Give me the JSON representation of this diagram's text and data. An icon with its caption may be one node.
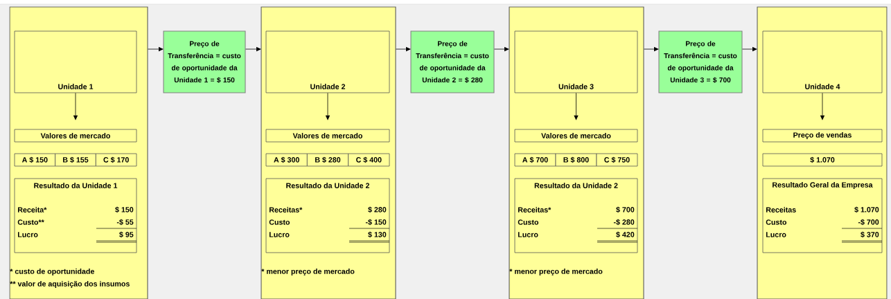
{
  "diagram": {
    "nodes": [
      {
        "text": [
          "* custo de oportunidade",
          "** valor de aquisição dos insumos"
        ]
      },
      {
        "text": [
          "Unidade 1"
        ],
        "in": 0
      },
      {
        "text": [
          "Valores de mercado"
        ],
        "in": 0
      },
      {
        "text": [
          "A $ 150"
        ],
        "in": 0
      },
      {
        "text": [
          "B $ 155"
        ],
        "in": 0
      },
      {
        "text": [
          "C $ 170"
        ],
        "in": 0
      },
      {
        "text": [
          "Resultado da Unidade 1",
          "Receita*",
          "$ 150",
          "Custo**",
          "-$ 55",
          "Lucro",
          "$ 95"
        ],
        "in": 0
      },
      {
        "text": [
          "Preço de Transferência = custo de oportunidade da Unidade 1 = $ 150"
        ]
      },
      {
        "text": [
          "* menor preço de mercado"
        ]
      },
      {
        "text": [
          "Unidade 2"
        ],
        "in": 8
      },
      {
        "text": [
          "Valores de mercado"
        ],
        "in": 8
      },
      {
        "text": [
          "A $ 300"
        ],
        "in": 8
      },
      {
        "text": [
          "B $ 280"
        ],
        "in": 8
      },
      {
        "text": [
          "C $ 400"
        ],
        "in": 8
      },
      {
        "text": [
          "Resultado da Unidade 2",
          "Receitas*",
          "$ 280",
          "Custo",
          "-$ 150",
          "Lucro",
          "$ 130"
        ],
        "in": 8
      },
      {
        "text": [
          "Preço de Transferência = custo de oportunidade da Unidade 2 = $ 280"
        ]
      },
      {
        "text": [
          "* menor preço de mercado"
        ]
      },
      {
        "text": [
          "Unidade 3"
        ],
        "in": 16
      },
      {
        "text": [
          "Valores de mercado"
        ],
        "in": 16
      },
      {
        "text": [
          "A $ 700"
        ],
        "in": 16
      },
      {
        "text": [
          "B $ 800"
        ],
        "in": 16
      },
      {
        "text": [
          "C $ 750"
        ],
        "in": 16
      },
      {
        "text": [
          "Resultado da Unidade 2",
          "Receitas*",
          "$ 700",
          "Custo",
          "-$ 280",
          "Lucro",
          "$ 420"
        ],
        "in": 16
      },
      {
        "text": [
          "Preço de Transferência = custo de oportunidade da Unidade 3 = $ 700"
        ]
      },
      {
        "text": [],
        "shape": "box"
      },
      {
        "text": [
          "Unidade 4"
        ],
        "in": 24
      },
      {
        "text": [
          "Preço de vendas"
        ],
        "in": 24
      },
      {
        "text": [
          "$ 1.070"
        ],
        "in": 24
      },
      {
        "text": [
          "Resultado Geral da Empresa",
          "Receitas",
          "$ 1.070",
          "Custo",
          "-$ 700",
          "Lucro",
          "$ 370"
        ],
        "in": 24
      }
    ],
    "edges": [
      {
        "from": 0,
        "to": 7,
        "arrow": "to"
      },
      {
        "from": 7,
        "to": 8,
        "arrow": "to"
      },
      {
        "from": 8,
        "to": 15,
        "arrow": "to"
      },
      {
        "from": 15,
        "to": 16,
        "arrow": "to"
      },
      {
        "from": 16,
        "to": 23,
        "arrow": "to"
      },
      {
        "from": 23,
        "to": 24,
        "arrow": "to"
      },
      {
        "from": 1,
        "to": 2,
        "arrow": "to"
      },
      {
        "from": 9,
        "to": 10,
        "arrow": "to"
      },
      {
        "from": 17,
        "to": 18,
        "arrow": "to"
      },
      {
        "from": 25,
        "to": 26,
        "arrow": "to"
      }
    ]
  }
}
